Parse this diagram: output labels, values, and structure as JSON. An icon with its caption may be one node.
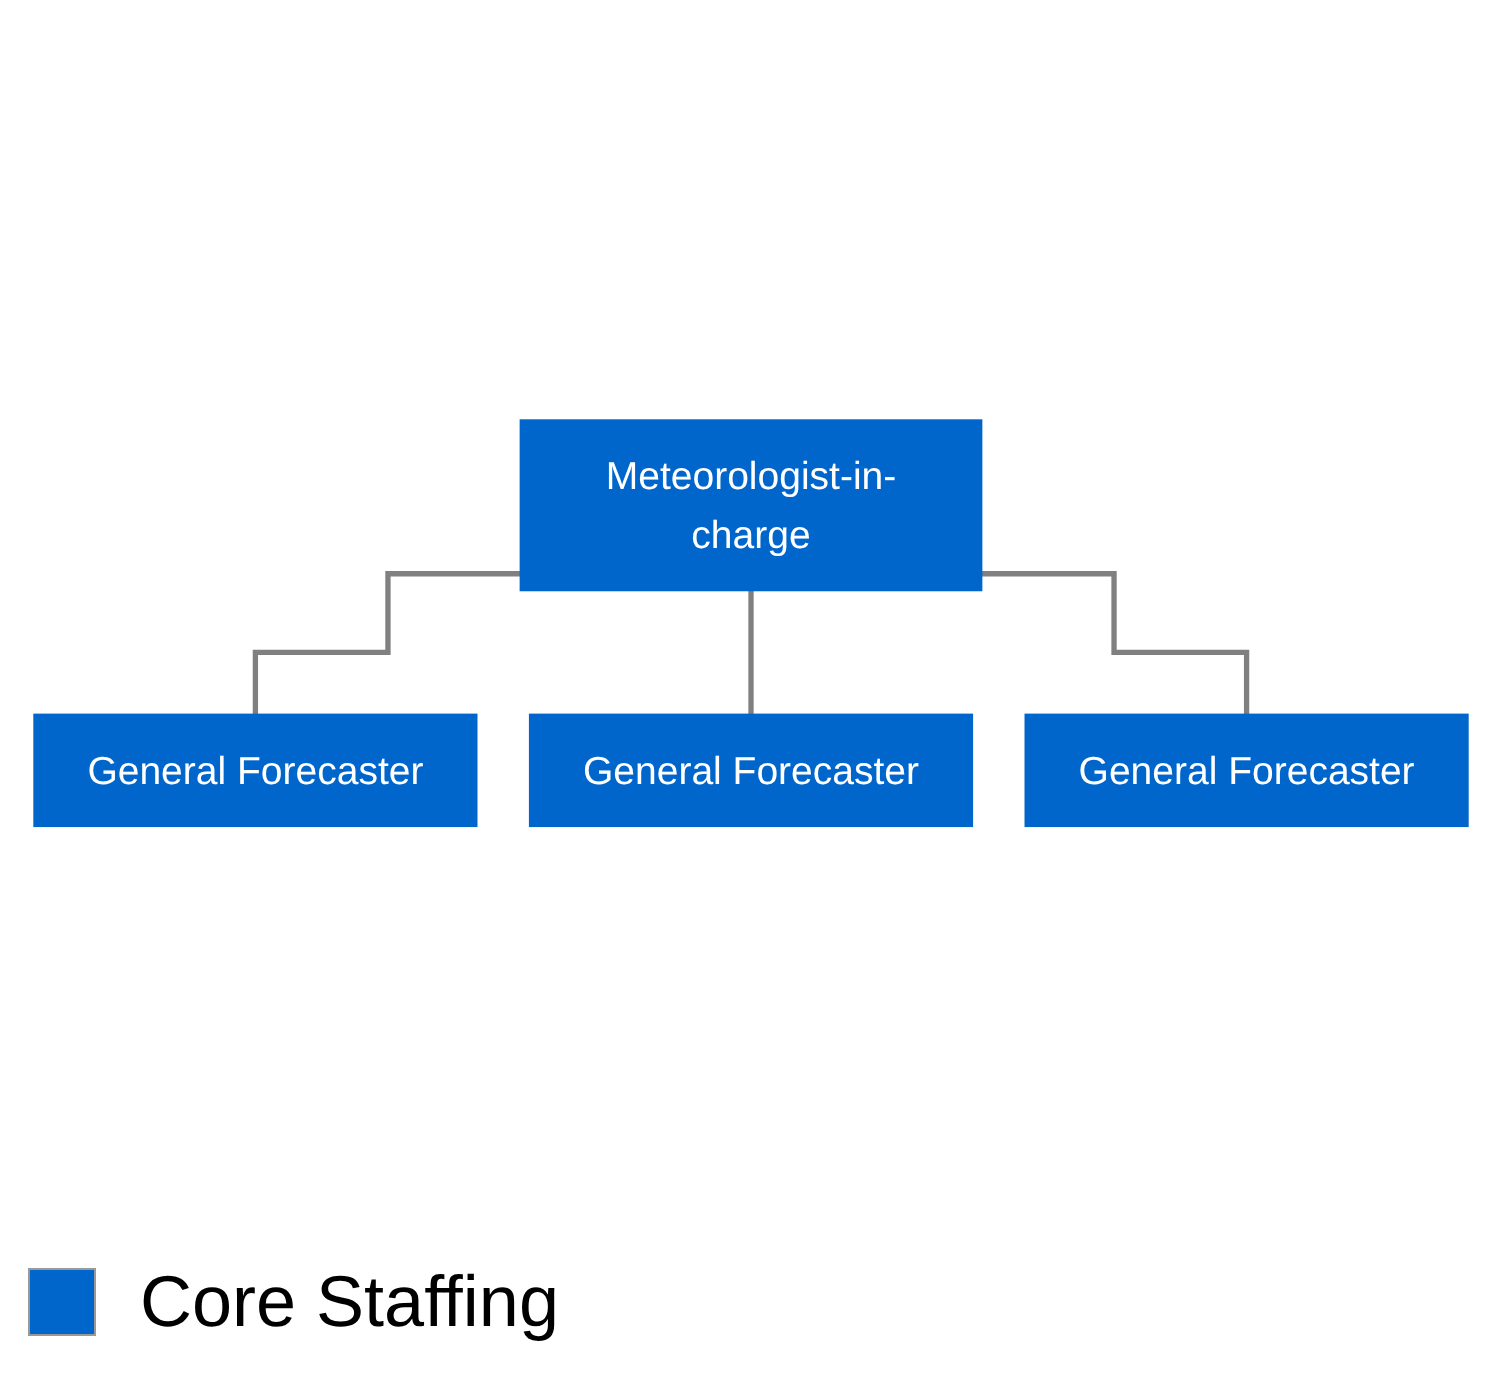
{
  "diagram": {
    "nodes": [
      {
        "text": [
          "Meteorologist-in-charge"
        ]
      },
      {
        "text": [
          "General Forecaster"
        ]
      },
      {
        "text": [
          "General Forecaster"
        ]
      },
      {
        "text": [
          "General Forecaster"
        ]
      }
    ],
    "edges": [
      {
        "from": 0,
        "to": 1,
        "arrow": "none"
      },
      {
        "from": 0,
        "to": 2,
        "arrow": "none"
      },
      {
        "from": 0,
        "to": 3,
        "arrow": "none"
      }
    ],
    "legend": [
      {
        "text": "Core Staffing",
        "color": "#0066cc"
      }
    ]
  }
}
